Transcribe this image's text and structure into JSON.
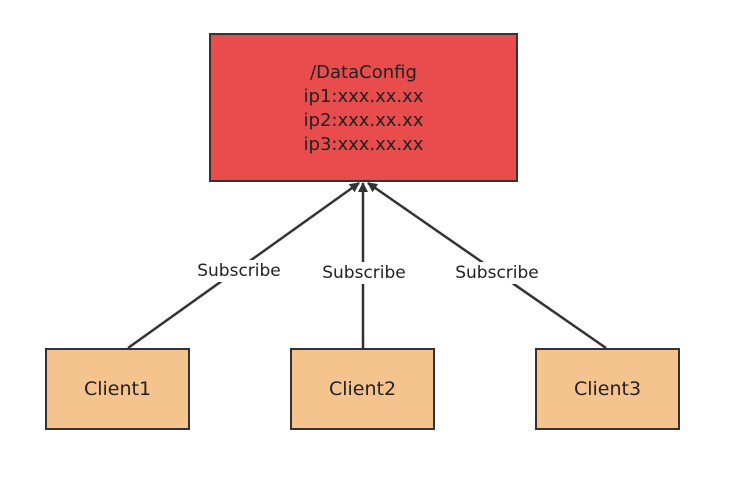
{
  "config_node": {
    "lines": [
      "/DataConfig",
      "ip1:xxx.xx.xx",
      "ip2:xxx.xx.xx",
      "ip3:xxx.xx.xx"
    ],
    "fill_color": "#e84c4c"
  },
  "clients": [
    {
      "label": "Client1"
    },
    {
      "label": "Client2"
    },
    {
      "label": "Client3"
    }
  ],
  "client_fill_color": "#f5c38e",
  "edges": [
    {
      "label": "Subscribe"
    },
    {
      "label": "Subscribe"
    },
    {
      "label": "Subscribe"
    }
  ],
  "edge_color": "#333333"
}
